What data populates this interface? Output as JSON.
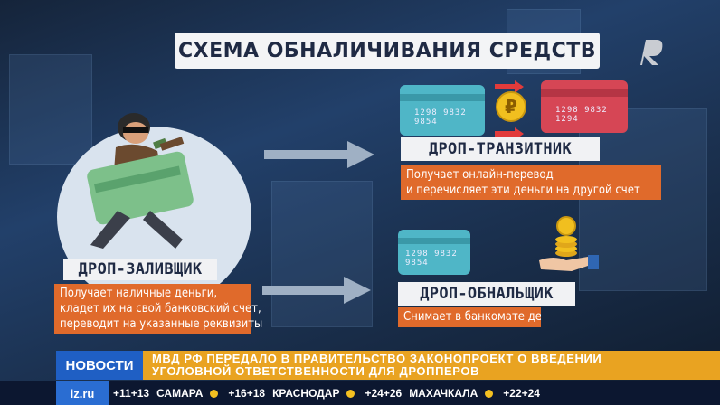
{
  "title": "СХЕМА ОБНАЛИЧИВАНИЯ СРЕДСТВ",
  "drop_zalivshik": {
    "label": "ДРОП-ЗАЛИВЩИК",
    "lines": [
      "Получает наличные деньги,",
      "кладет их на свой банковский счет,",
      "переводит на указанные реквизиты"
    ]
  },
  "drop_tranzitnik": {
    "label": "ДРОП-ТРАНЗИТНИК",
    "lines": [
      "Получает онлайн-перевод",
      "и перечисляет эти деньги на другой счет"
    ]
  },
  "drop_obnalshik": {
    "label": "ДРОП-ОБНАЛЬЩИК",
    "lines": [
      "Снимает в банкомате де"
    ]
  },
  "cards": {
    "teal_top_number": "1298 9832 9854",
    "red_number": "1298 9832 1294",
    "teal_bottom_number": "1298 9832 9854"
  },
  "coin_symbol": "₽",
  "news": {
    "label": "НОВОСТИ",
    "line1": "МВД РФ ПЕРЕДАЛО В ПРАВИТЕЛЬСТВО ЗАКОНОПРОЕКТ О ВВЕДЕНИИ",
    "line2": "УГОЛОВНОЙ ОТВЕТСТВЕННОСТИ ДЛЯ ДРОППЕРОВ"
  },
  "ticker": {
    "logo": "iz.ru",
    "items": [
      {
        "city": "",
        "temp": "+11+13"
      },
      {
        "city": "САМАРА",
        "temp": "+16+18"
      },
      {
        "city": "КРАСНОДАР",
        "temp": "+24+26"
      },
      {
        "city": "МАХАЧКАЛА",
        "temp": "+22+24"
      }
    ]
  },
  "colors": {
    "accent_orange": "#e06a2b",
    "news_blue": "#1f5fc4",
    "news_yellow": "#e9a321",
    "card_teal": "#4fb6c7",
    "card_red": "#d64655"
  }
}
